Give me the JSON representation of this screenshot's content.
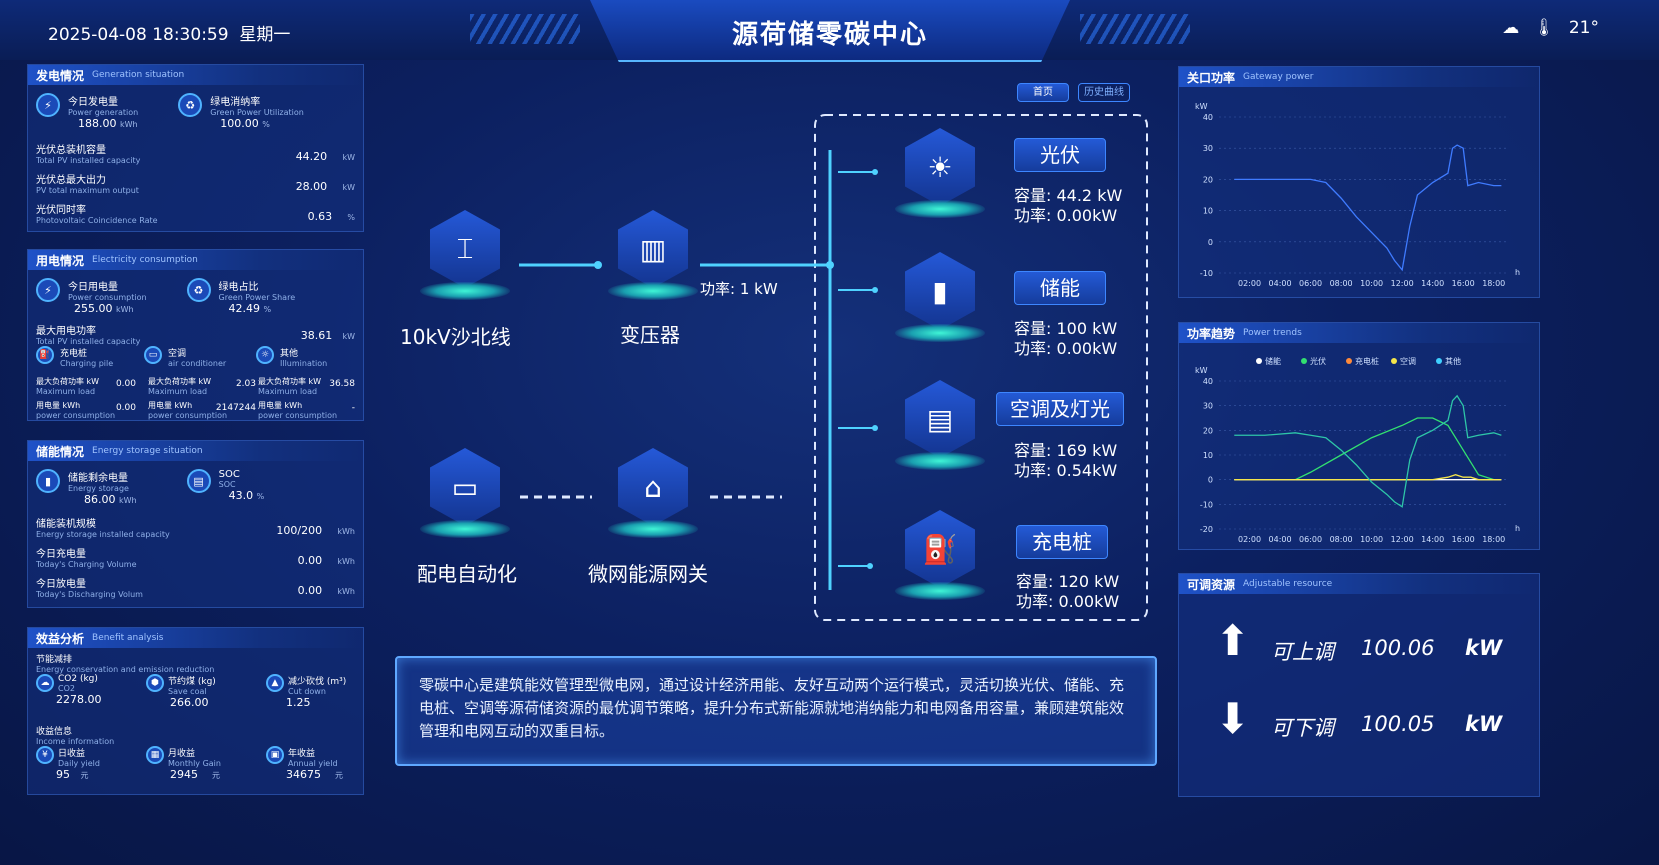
{
  "header": {
    "datetime": "2025-04-08 18:30:59",
    "weekday": "星期一",
    "title": "源荷储零碳中心",
    "weather_icon": "cloud-icon",
    "temp_icon": "thermometer-icon",
    "temperature": "21°"
  },
  "gen": {
    "title": "发电情况",
    "title_en": "Generation situation",
    "kpi": [
      {
        "label": "今日发电量",
        "sub": "Power generation",
        "value": "188.00",
        "unit": "kWh"
      },
      {
        "label": "绿电消纳率",
        "sub": "Green Power Utilization",
        "value": "100.00",
        "unit": "%"
      }
    ],
    "rows": [
      {
        "label": "光伏总装机容量",
        "sub": "Total PV installed capacity",
        "value": "44.20",
        "unit": "kW"
      },
      {
        "label": "光伏总最大出力",
        "sub": "PV total maximum output",
        "value": "28.00",
        "unit": "kW"
      },
      {
        "label": "光伏同时率",
        "sub": "Photovoltaic Coincidence Rate",
        "value": "0.63",
        "unit": "%"
      }
    ]
  },
  "cons": {
    "title": "用电情况",
    "title_en": "Electricity consumption",
    "kpi": [
      {
        "label": "今日用电量",
        "sub": "Power consumption",
        "value": "255.00",
        "unit": "kWh"
      },
      {
        "label": "绿电占比",
        "sub": "Green Power Share",
        "value": "42.49",
        "unit": "%"
      }
    ],
    "max": {
      "label": "最大用电功率",
      "sub": "Total PV installed capacity",
      "value": "38.61",
      "unit": "kW"
    },
    "cats": [
      {
        "label": "充电桩",
        "sub": "Charging pile"
      },
      {
        "label": "空调",
        "sub": "air conditioner"
      },
      {
        "label": "其他",
        "sub": "Illumination"
      }
    ],
    "load_label": "最大负荷功率",
    "load_unit": "kW",
    "load_sub": "Maximum load",
    "cons_label": "用电量",
    "cons_unit": "kWh",
    "cons_sub": "power consumption",
    "loads": [
      "0.00",
      "2.03",
      "36.58"
    ],
    "cons_vals": [
      "0.00",
      "2147244",
      "-"
    ]
  },
  "storage": {
    "title": "储能情况",
    "title_en": "Energy storage situation",
    "kpi": [
      {
        "label": "储能剩余电量",
        "sub": "Energy storage",
        "value": "86.00",
        "unit": "kWh"
      },
      {
        "label": "SOC",
        "sub": "SOC",
        "value": "43.0",
        "unit": "%"
      }
    ],
    "rows": [
      {
        "label": "储能装机规模",
        "sub": "Energy storage installed capacity",
        "value": "100/200",
        "unit": "kWh"
      },
      {
        "label": "今日充电量",
        "sub": "Today's Charging Volume",
        "value": "0.00",
        "unit": "kWh"
      },
      {
        "label": "今日放电量",
        "sub": "Today's Discharging Volum",
        "value": "0.00",
        "unit": "kWh"
      }
    ]
  },
  "benefit": {
    "title": "效益分析",
    "title_en": "Benefit analysis",
    "sec1": {
      "label": "节能减排",
      "sub": "Energy conservation and emission reduction"
    },
    "items1": [
      {
        "label": "CO2 (kg)",
        "sub": "CO2",
        "value": "2278.00"
      },
      {
        "label": "节约煤 (kg)",
        "sub": "Save coal",
        "value": "266.00"
      },
      {
        "label": "减少砍伐 (m³)",
        "sub": "Cut down",
        "value": "1.25"
      }
    ],
    "sec2": {
      "label": "收益信息",
      "sub": "Income information"
    },
    "items2": [
      {
        "label": "日收益",
        "sub": "Daily yield",
        "value": "95",
        "unit": "元"
      },
      {
        "label": "月收益",
        "sub": "Monthly Gain",
        "value": "2945",
        "unit": "元"
      },
      {
        "label": "年收益",
        "sub": "Annual yield",
        "value": "34675",
        "unit": "元"
      }
    ]
  },
  "center": {
    "tabs": [
      "首页",
      "历史曲线"
    ],
    "line_label": "10kV沙北线",
    "transformer_label": "变压器",
    "power_label": "功率: 1 kW",
    "dist_label": "配电自动化",
    "gateway_label": "微网能源网关",
    "devices": [
      {
        "name": "光伏",
        "icon": "solar-panel-icon",
        "cap": "容量:  44.2 kW",
        "pow": "功率:  0.00kW"
      },
      {
        "name": "储能",
        "icon": "battery-icon",
        "cap": "容量:  100 kW",
        "pow": "功率:  0.00kW"
      },
      {
        "name": "空调及灯光",
        "icon": "air-conditioner-icon",
        "cap": "容量:  169 kW",
        "pow": "功率:  0.54kW"
      },
      {
        "name": "充电桩",
        "icon": "charging-pile-icon",
        "cap": "容量:  120 kW",
        "pow": "功率:  0.00kW"
      }
    ],
    "description": "零碳中心是建筑能效管理型微电网，通过设计经济用能、友好互动两个运行模式，灵活切换光伏、储能、充电桩、空调等源荷储资源的最优调节策略，提升分布式新能源就地消纳能力和电网备用容量，兼顾建筑能效管理和电网互动的双重目标。"
  },
  "gateway_power": {
    "title": "关口功率",
    "title_en": "Gateway power"
  },
  "power_trend": {
    "title": "功率趋势",
    "title_en": "Power trends"
  },
  "adjust": {
    "title": "可调资源",
    "title_en": "Adjustable resource",
    "up_label": "可上调",
    "up_value": "100.06",
    "down_label": "可下调",
    "down_value": "100.05",
    "unit": "kW"
  },
  "chart_data": [
    {
      "type": "line",
      "xlabel": "h",
      "ylabel": "kW",
      "ylim": [
        -10,
        40
      ],
      "yticks": [
        "40",
        "30",
        "20",
        "10",
        "0",
        "-10"
      ],
      "categories": [
        "02:00",
        "04:00",
        "06:00",
        "08:00",
        "10:00",
        "12:00",
        "14:00",
        "16:00",
        "18:00"
      ],
      "series": [
        {
          "color": "#3f7bff",
          "x": [
            1,
            3,
            5,
            6,
            7,
            8,
            9,
            10,
            11,
            11.5,
            12,
            12.5,
            13,
            14,
            15,
            15.3,
            15.6,
            16,
            16.3,
            17,
            18,
            18.5
          ],
          "y": [
            20,
            20,
            20,
            20,
            19,
            14,
            8,
            3,
            -2,
            -6,
            -9,
            5,
            15,
            19,
            22,
            30,
            31,
            30,
            18,
            19,
            18,
            18
          ]
        }
      ]
    },
    {
      "type": "line",
      "xlabel": "h",
      "ylabel": "kW",
      "ylim": [
        -20,
        40
      ],
      "yticks": [
        "40",
        "30",
        "20",
        "10",
        "0",
        "-10",
        "-20"
      ],
      "categories": [
        "02:00",
        "04:00",
        "06:00",
        "08:00",
        "10:00",
        "12:00",
        "14:00",
        "16:00",
        "18:00"
      ],
      "legend": [
        "储能",
        "光伏",
        "充电桩",
        "空调",
        "其他"
      ],
      "legend_colors": [
        "#ffffff",
        "#32e070",
        "#ff8a3a",
        "#f5e64a",
        "#3fd0ff"
      ],
      "series": [
        {
          "name": "储能",
          "color": "#ffffff",
          "x": [
            1,
            18.5
          ],
          "y": [
            0,
            0
          ]
        },
        {
          "name": "光伏",
          "color": "#32e070",
          "x": [
            5,
            6,
            8,
            10,
            12,
            13,
            14,
            15,
            16,
            17,
            18
          ],
          "y": [
            0,
            3,
            10,
            17,
            22,
            25,
            25,
            22,
            12,
            2,
            0
          ]
        },
        {
          "name": "空调",
          "color": "#f5e64a",
          "x": [
            1,
            14,
            15,
            15.5,
            16,
            16.5,
            17,
            18.5
          ],
          "y": [
            0,
            0,
            1,
            2,
            1,
            1,
            0,
            0
          ]
        },
        {
          "name": "其他",
          "color": "#2ec6a8",
          "x": [
            1,
            3,
            5,
            6,
            7,
            8,
            9,
            10,
            11,
            11.5,
            12,
            12.5,
            13,
            14,
            15,
            15.3,
            15.6,
            16,
            16.3,
            17,
            18,
            18.5
          ],
          "y": [
            18,
            18,
            19,
            18,
            17,
            12,
            6,
            -1,
            -6,
            -9,
            -11,
            8,
            17,
            20,
            24,
            32,
            34,
            30,
            17,
            18,
            19,
            18
          ]
        }
      ]
    }
  ]
}
